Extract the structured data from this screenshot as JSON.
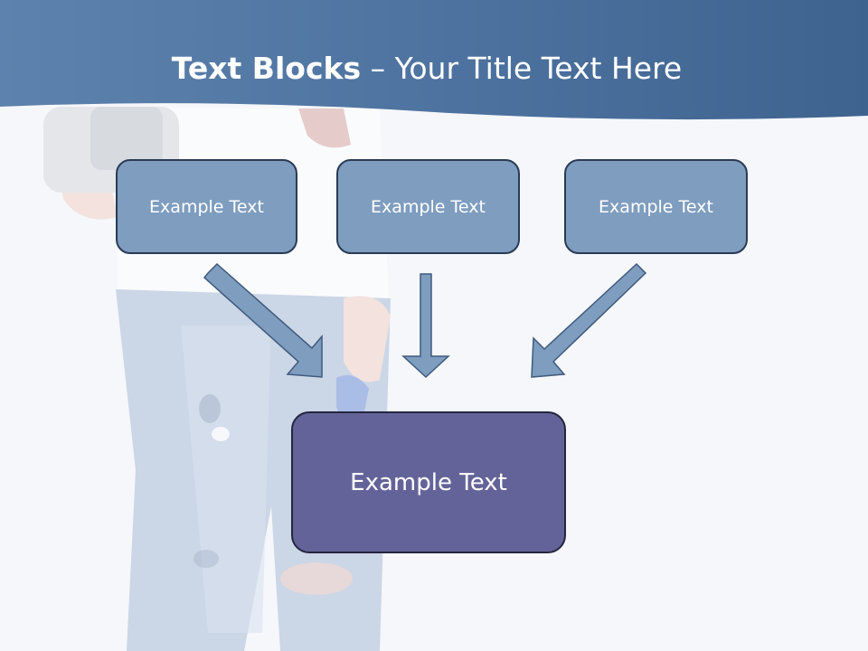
{
  "slide": {
    "title_bold": "Text Blocks",
    "title_separator": " – ",
    "title_rest": "Your Title Text Here"
  },
  "blocks": [
    {
      "label": "Example Text"
    },
    {
      "label": "Example Text"
    },
    {
      "label": "Example Text"
    }
  ],
  "target_block": {
    "label": "Example Text"
  },
  "colors": {
    "header": "#4a6f9a",
    "small_box_fill": "#7e9dbf",
    "main_box_fill": "#646399",
    "arrow_fill": "#7e9dbf",
    "box_border": "#2a3b55"
  }
}
